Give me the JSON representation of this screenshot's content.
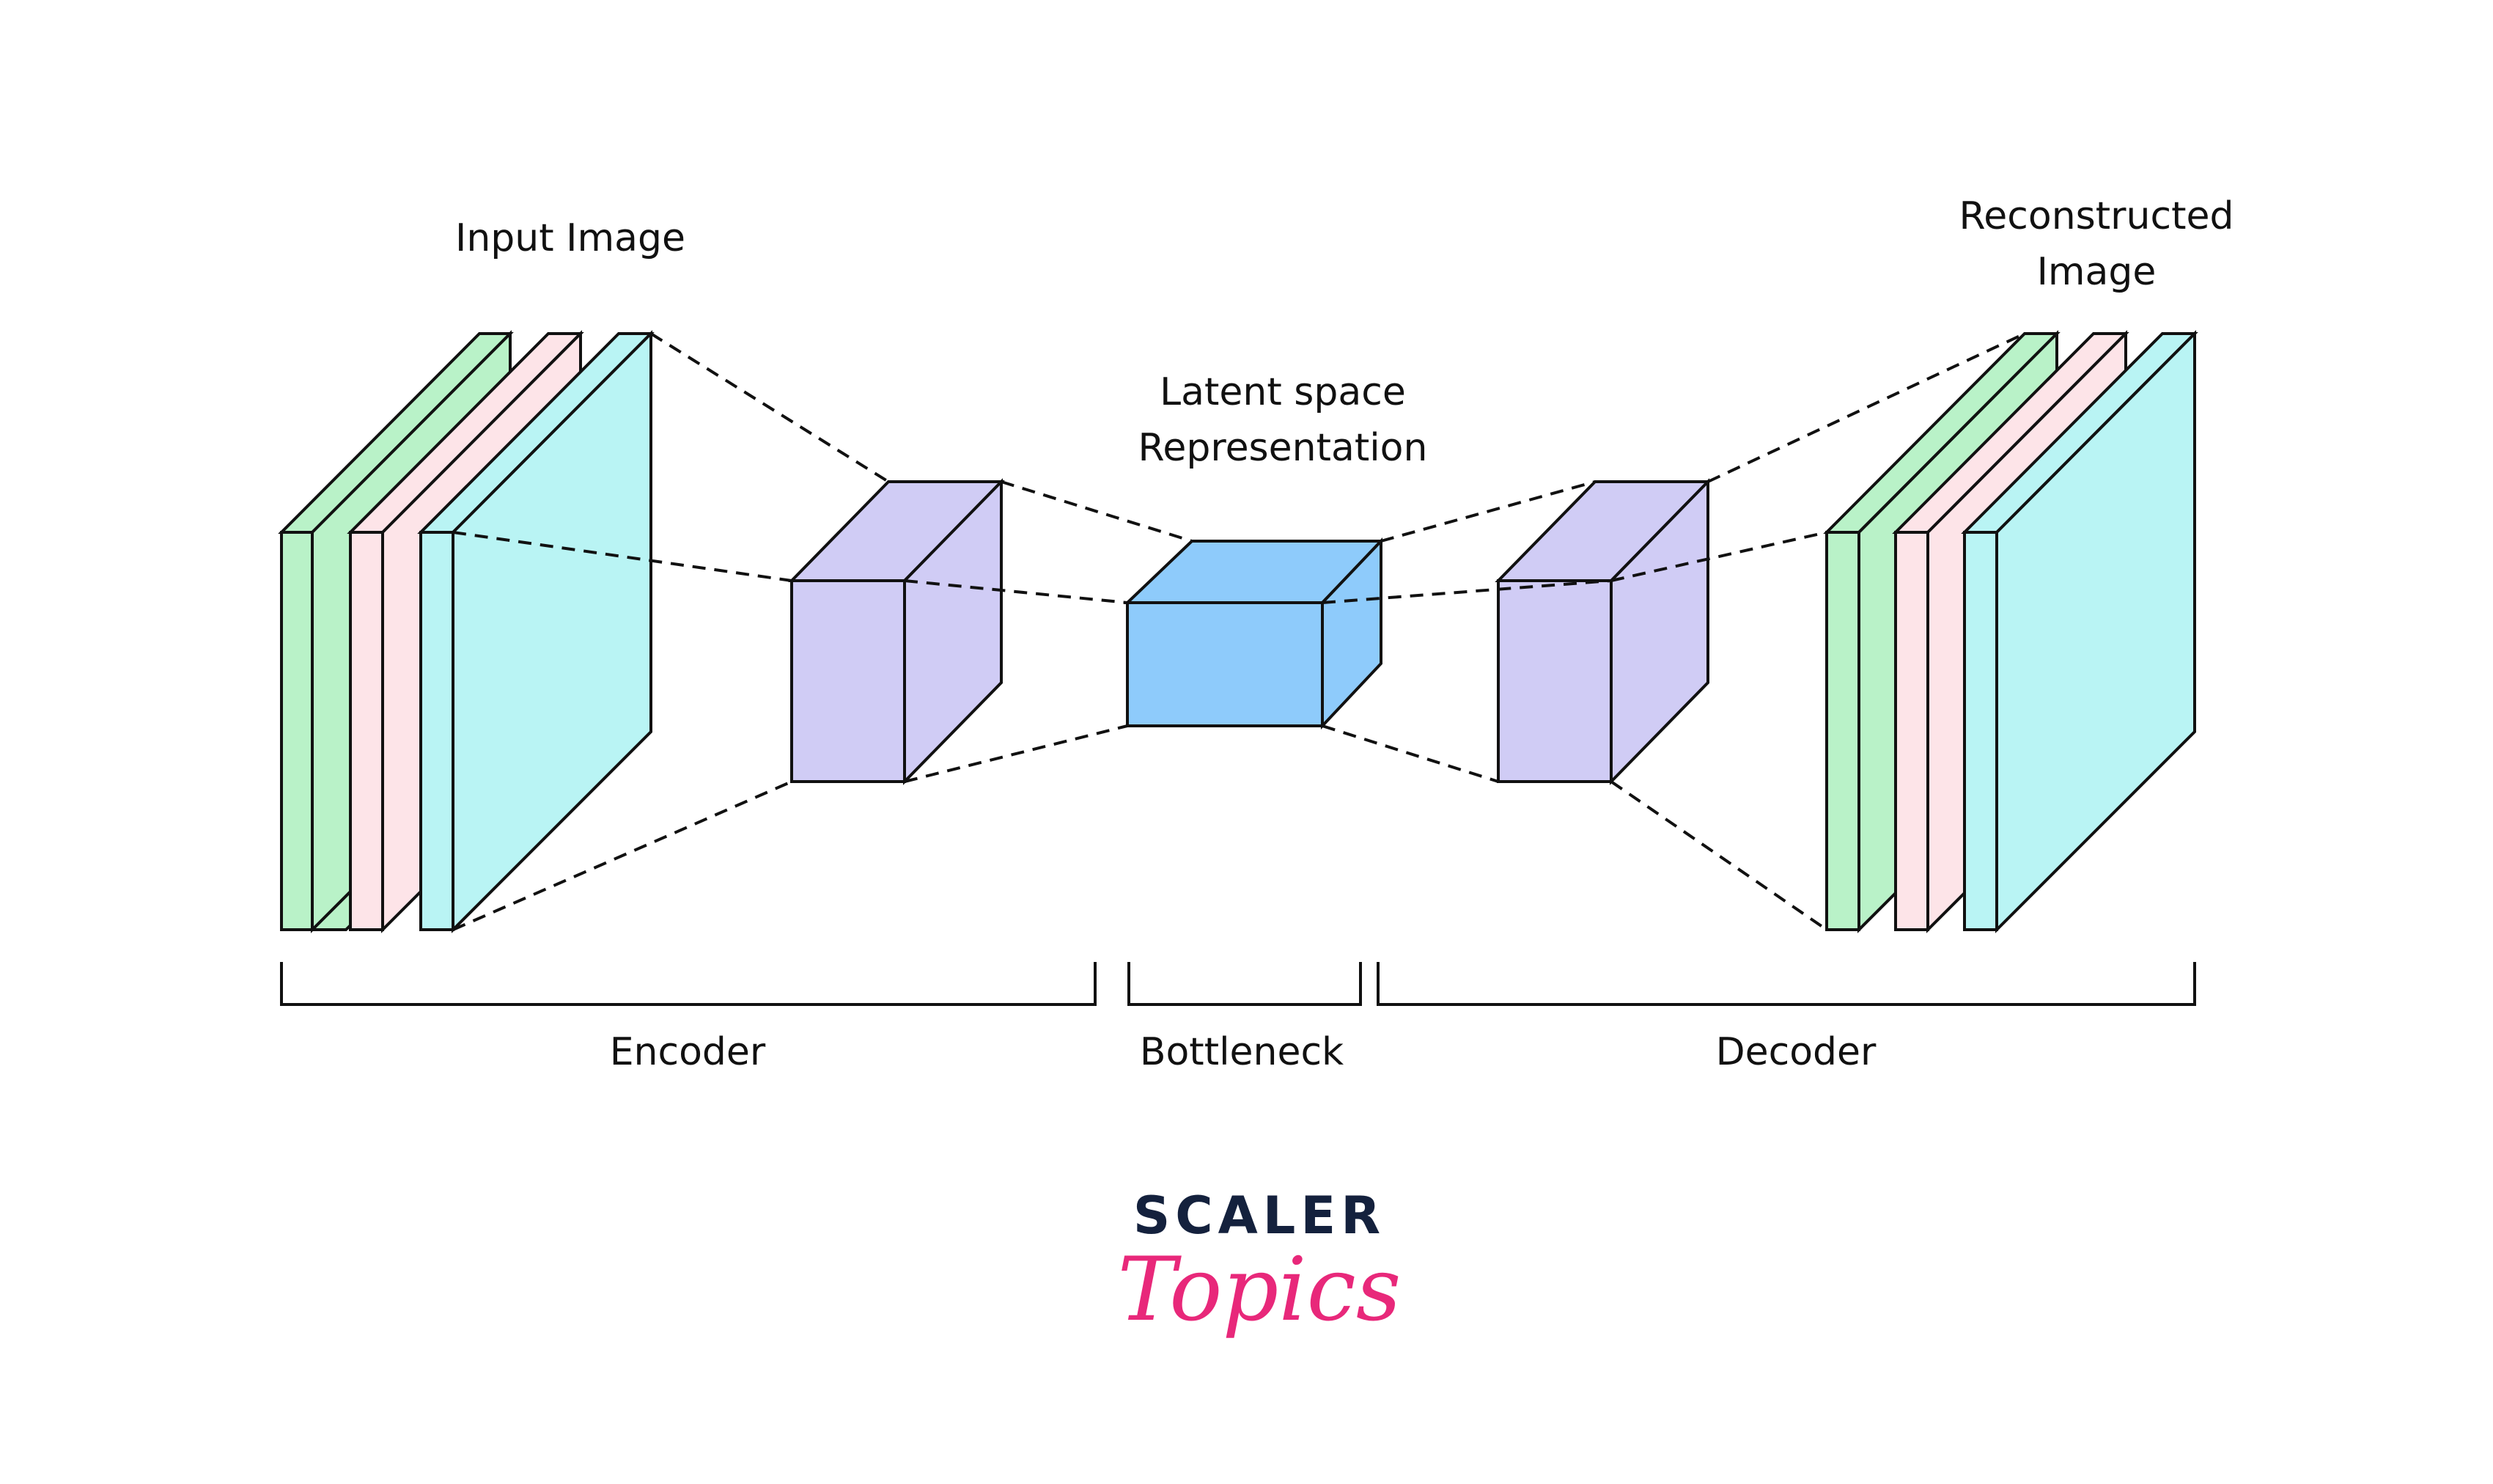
{
  "labels": {
    "input_image": "Input Image",
    "reconstructed_line1": "Reconstructed",
    "reconstructed_line2": "Image",
    "latent_line1": "Latent space",
    "latent_line2": "Representation",
    "encoder": "Encoder",
    "bottleneck": "Bottleneck",
    "decoder": "Decoder"
  },
  "logo": {
    "top": "SCALER",
    "bottom": "Topics"
  },
  "colors": {
    "channel_green": "#b9f2c8",
    "channel_pink": "#fde4e8",
    "channel_cyan": "#b9f4f4",
    "hidden_layer": "#d0ccf5",
    "bottleneck_block": "#8ecbfb",
    "logo_dark": "#14213d",
    "logo_pink": "#e8287a"
  }
}
